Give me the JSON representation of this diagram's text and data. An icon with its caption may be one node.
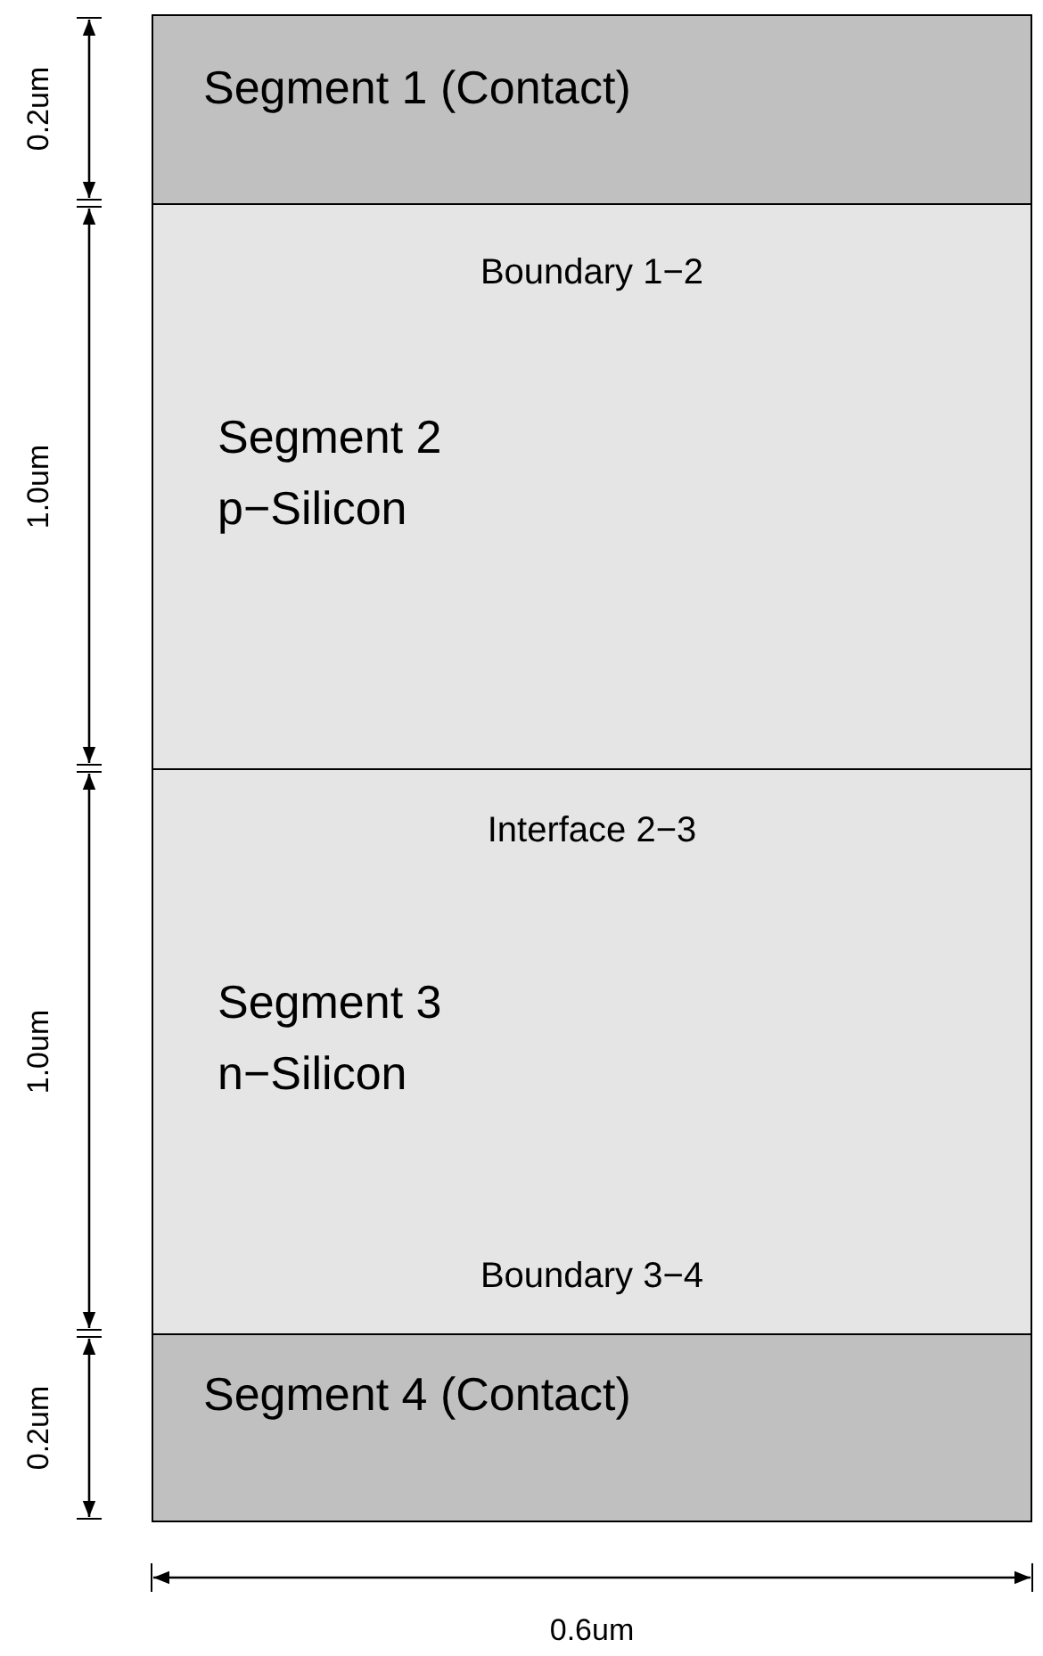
{
  "diagram": {
    "nodes": [
      {
        "text": [
          "Segment 1 (Contact)"
        ]
      },
      {
        "text": [
          "Segment 2 p−Silicon"
        ]
      },
      {
        "text": [
          "Segment 3 n−Silicon"
        ]
      },
      {
        "text": [
          "Segment 4 (Contact)"
        ]
      }
    ],
    "labels": [
      "0.2um",
      "Boundary 1−2",
      "1.0um",
      "Interface 2−3",
      "1.0um",
      "Boundary 3−4",
      "0.2um",
      "0.6um"
    ]
  }
}
